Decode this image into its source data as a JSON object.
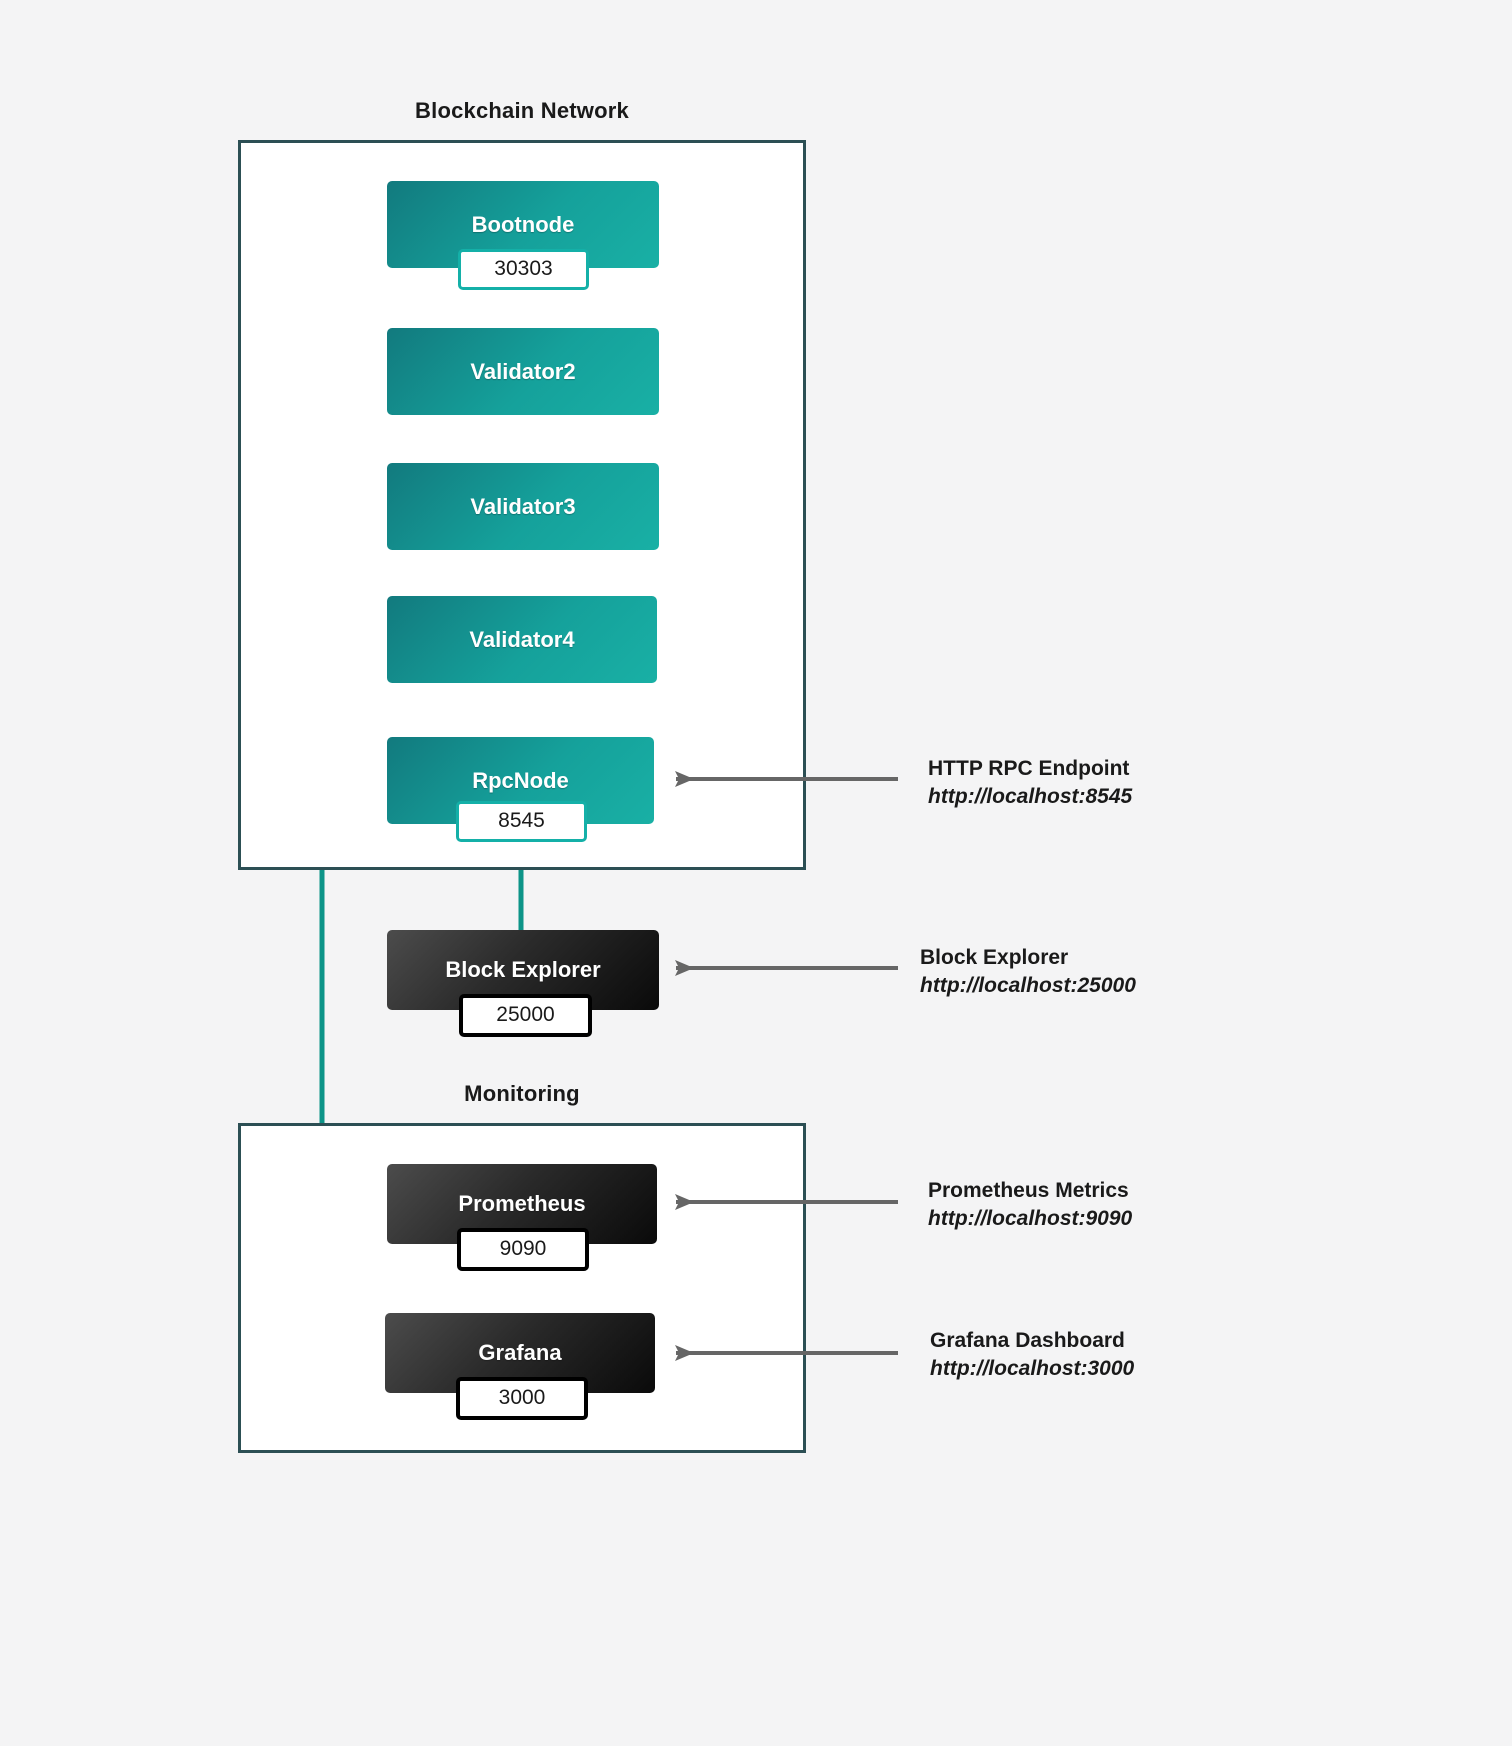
{
  "groups": [
    {
      "id": "blockchain",
      "title": "Blockchain Network"
    },
    {
      "id": "monitoring",
      "title": "Monitoring"
    }
  ],
  "nodes": [
    {
      "id": "bootnode",
      "label": "Bootnode",
      "port": "30303",
      "style": "teal"
    },
    {
      "id": "validator2",
      "label": "Validator2",
      "port": "",
      "style": "teal"
    },
    {
      "id": "validator3",
      "label": "Validator3",
      "port": "",
      "style": "teal"
    },
    {
      "id": "validator4",
      "label": "Validator4",
      "port": "",
      "style": "teal"
    },
    {
      "id": "rpcnode",
      "label": "RpcNode",
      "port": "8545",
      "style": "teal"
    },
    {
      "id": "explorer",
      "label": "Block Explorer",
      "port": "25000",
      "style": "dark"
    },
    {
      "id": "prometheus",
      "label": "Prometheus",
      "port": "9090",
      "style": "dark"
    },
    {
      "id": "grafana",
      "label": "Grafana",
      "port": "3000",
      "style": "dark"
    }
  ],
  "annotations": [
    {
      "id": "rpc-endpoint",
      "title": "HTTP RPC Endpoint",
      "url": "http://localhost:8545"
    },
    {
      "id": "block-explorer",
      "title": "Block Explorer",
      "url": "http://localhost:25000"
    },
    {
      "id": "prom-metrics",
      "title": "Prometheus Metrics",
      "url": "http://localhost:9090"
    },
    {
      "id": "grafana-dash",
      "title": "Grafana Dashboard",
      "url": "http://localhost:3000"
    }
  ],
  "colors": {
    "background": "#f4f4f5",
    "container_border": "#2c4f54",
    "teal_node_start": "#127a7e",
    "teal_node_end": "#19b0a5",
    "dark_node_start": "#4c4c4c",
    "dark_node_end": "#0a0a0a",
    "connector_teal": "#0d9488",
    "peer_dashed": "#555555",
    "annotation_arrow": "#666666"
  }
}
